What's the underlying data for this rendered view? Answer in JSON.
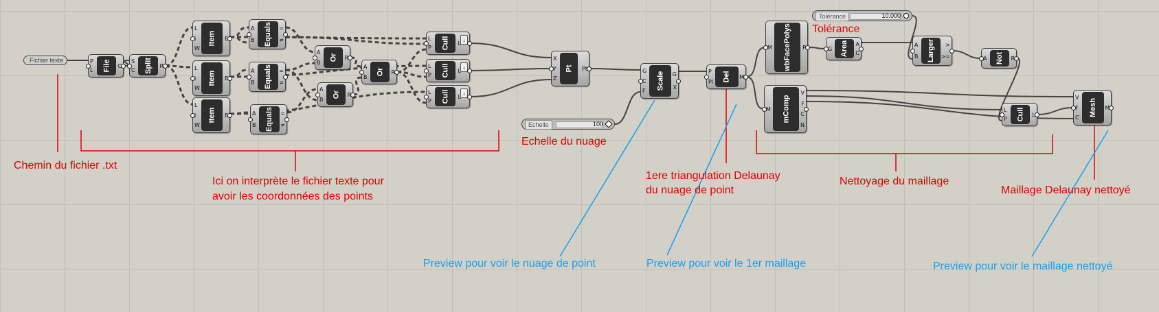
{
  "colors": {
    "canvas_bg": "#d3d0c8",
    "annotation_red": "#e00000",
    "annotation_blue": "#18a0f0",
    "component_core": "#2d2d2d",
    "wire": "#444444"
  },
  "inputs": {
    "file_param": "Fichier texte",
    "echelle": {
      "label": "Echelle",
      "value": "100"
    },
    "tolerance": {
      "label": "Tolérance",
      "value": "10.000"
    }
  },
  "components": {
    "file": {
      "nick": "File",
      "inputs": [
        "P",
        "L"
      ],
      "outputs": [
        "C"
      ]
    },
    "split": {
      "nick": "Split",
      "inputs": [
        "S",
        "C"
      ],
      "outputs": [
        "R"
      ]
    },
    "item1": {
      "nick": "Item",
      "inputs": [
        "L",
        "i",
        "W"
      ],
      "outputs": [
        "E"
      ]
    },
    "item2": {
      "nick": "Item",
      "inputs": [
        "L",
        "i",
        "W"
      ],
      "outputs": [
        "E"
      ]
    },
    "item3": {
      "nick": "Item",
      "inputs": [
        "L",
        "i",
        "W"
      ],
      "outputs": [
        "E"
      ]
    },
    "equals1": {
      "nick": "Equals",
      "inputs": [
        "A",
        "B"
      ],
      "outputs": [
        "=",
        "≠"
      ]
    },
    "equals2": {
      "nick": "Equals",
      "inputs": [
        "A",
        "B"
      ],
      "outputs": [
        "=",
        "≠"
      ]
    },
    "equals3": {
      "nick": "Equals",
      "inputs": [
        "A",
        "B"
      ],
      "outputs": [
        "=",
        "≠"
      ]
    },
    "or1": {
      "nick": "Or",
      "inputs": [
        "A",
        "B"
      ],
      "outputs": [
        "R"
      ]
    },
    "or2": {
      "nick": "Or",
      "inputs": [
        "A",
        "B"
      ],
      "outputs": [
        "R"
      ]
    },
    "or3": {
      "nick": "Or",
      "inputs": [
        "A",
        "B"
      ],
      "outputs": [
        "R"
      ]
    },
    "cull1": {
      "nick": "Cull",
      "inputs": [
        "L",
        "P"
      ],
      "outputs": [
        "L"
      ]
    },
    "cull2": {
      "nick": "Cull",
      "inputs": [
        "L",
        "P"
      ],
      "outputs": [
        "L"
      ]
    },
    "cull3": {
      "nick": "Cull",
      "inputs": [
        "L",
        "P"
      ],
      "outputs": [
        "L"
      ]
    },
    "pt": {
      "nick": "Pt",
      "inputs": [
        "X",
        "Y",
        "Z"
      ],
      "outputs": [
        "Pt"
      ]
    },
    "scale": {
      "nick": "Scale",
      "inputs": [
        "G",
        "C",
        "F"
      ],
      "outputs": [
        "G",
        "X"
      ]
    },
    "del": {
      "nick": "Del",
      "inputs": [
        "P",
        "Pl"
      ],
      "outputs": [
        "M"
      ]
    },
    "wbfacepolys": {
      "nick": "wbFacePolys",
      "inputs": [
        "M"
      ],
      "outputs": [
        "P"
      ]
    },
    "area": {
      "nick": "Area",
      "inputs": [
        "G"
      ],
      "outputs": [
        "A",
        "C"
      ]
    },
    "larger": {
      "nick": "Larger",
      "inputs": [
        "A",
        "B"
      ],
      "outputs": [
        ">",
        ">="
      ]
    },
    "not": {
      "nick": "Not",
      "inputs": [
        "A"
      ],
      "outputs": [
        "R"
      ]
    },
    "mcomp": {
      "nick": "mComp",
      "inputs": [
        "M"
      ],
      "outputs": [
        "V",
        "F",
        "C",
        "N"
      ]
    },
    "cull4": {
      "nick": "Cull",
      "inputs": [
        "L",
        "P"
      ],
      "outputs": [
        "L"
      ]
    },
    "mesh": {
      "nick": "Mesh",
      "inputs": [
        "V",
        "F",
        "C"
      ],
      "outputs": [
        "M"
      ]
    }
  },
  "annotations": {
    "red": {
      "chemin": "Chemin du fichier .txt",
      "interprete_1": "Ici on interprète le fichier texte pour",
      "interprete_2": "avoir les coordonnées des points",
      "echelle": "Echelle du nuage",
      "tolerance": "Tolérance",
      "delaunay_1": "1ere triangulation Delaunay",
      "delaunay_2": "du nuage de point",
      "nettoyage": "Nettoyage du maillage",
      "maillage": "Maillage Delaunay nettoyé"
    },
    "blue": {
      "preview_nuage": "Preview pour voir le nuage de point",
      "preview_maillage1": "Preview pour voir le 1er maillage",
      "preview_nettoye": "Preview pour voir le maillage nettoyé"
    }
  }
}
